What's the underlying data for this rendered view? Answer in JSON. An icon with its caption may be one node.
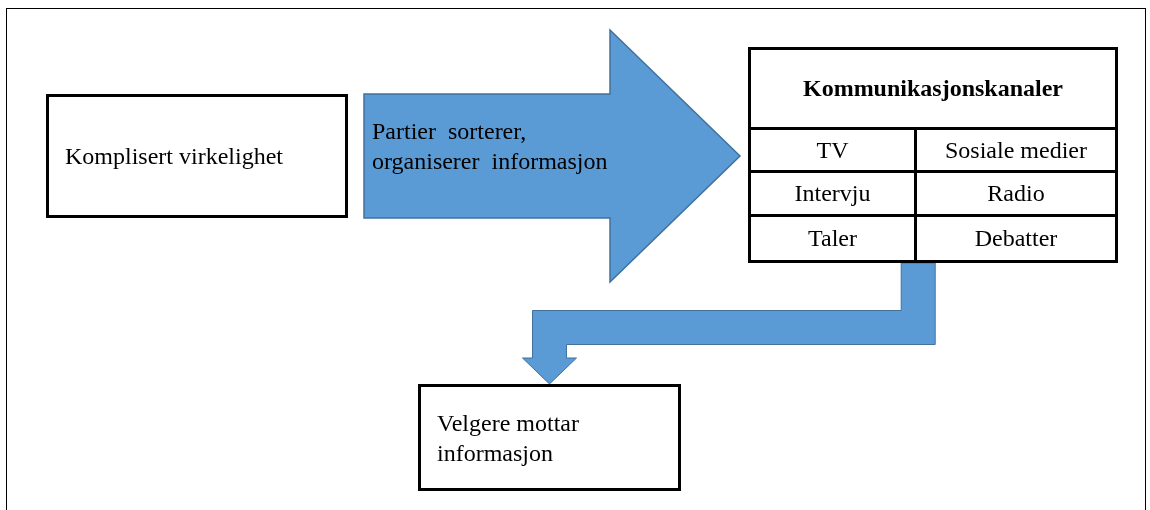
{
  "diagram": {
    "nodes": [
      {
        "text": [
          "Komplisert virkelighet"
        ]
      },
      {
        "text": [
          "Kommunikasjonskanaler"
        ]
      },
      {
        "text": [
          "Velgere mottar informasjon"
        ]
      }
    ],
    "edges": [
      {
        "from": 0,
        "to": 1,
        "arrow": "to",
        "label": "Partier sorterer, organiserer informasjon",
        "style": "thick",
        "color": "#5b9bd5"
      },
      {
        "from": 1,
        "to": 2,
        "arrow": "to",
        "style": "thick",
        "color": "#5b9bd5"
      }
    ],
    "labels": [
      "TV",
      "Sosiale medier",
      "Intervju",
      "Radio",
      "Taler",
      "Debatter"
    ]
  }
}
